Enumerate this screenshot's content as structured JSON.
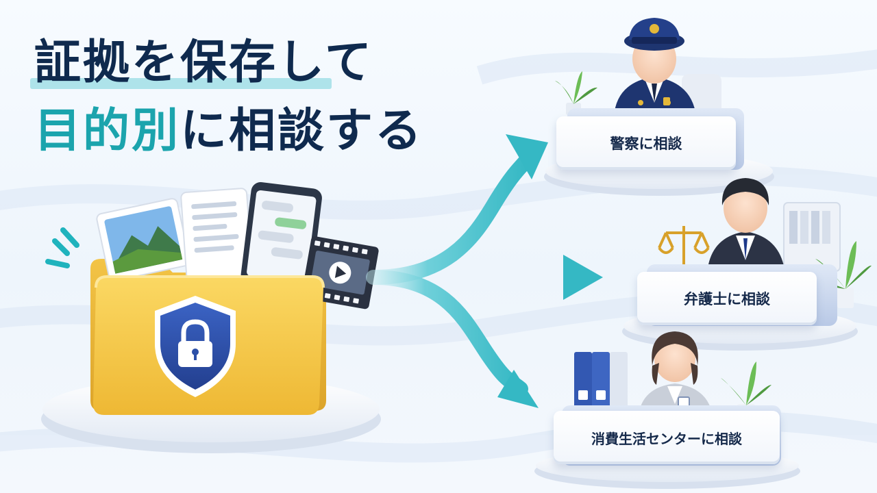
{
  "title": {
    "line1": "証拠を保存して",
    "line2_accent": "目的別",
    "line2_rest": "に相談する"
  },
  "destinations": [
    {
      "label": "警察に相談"
    },
    {
      "label": "弁護士に相談"
    },
    {
      "label": "消費生活センターに相談"
    }
  ],
  "colors": {
    "navy": "#0f2a4e",
    "teal": "#1ba4ad",
    "folder_yellow": "#f6c945",
    "shield_blue": "#2b4fa8"
  },
  "icons": [
    "folder-icon",
    "shield-lock-icon",
    "photo-icon",
    "document-icon",
    "smartphone-icon",
    "video-icon",
    "police-officer-icon",
    "lawyer-icon",
    "consultant-icon",
    "scales-icon",
    "binder-icon",
    "plant-icon",
    "arrow-icon"
  ]
}
